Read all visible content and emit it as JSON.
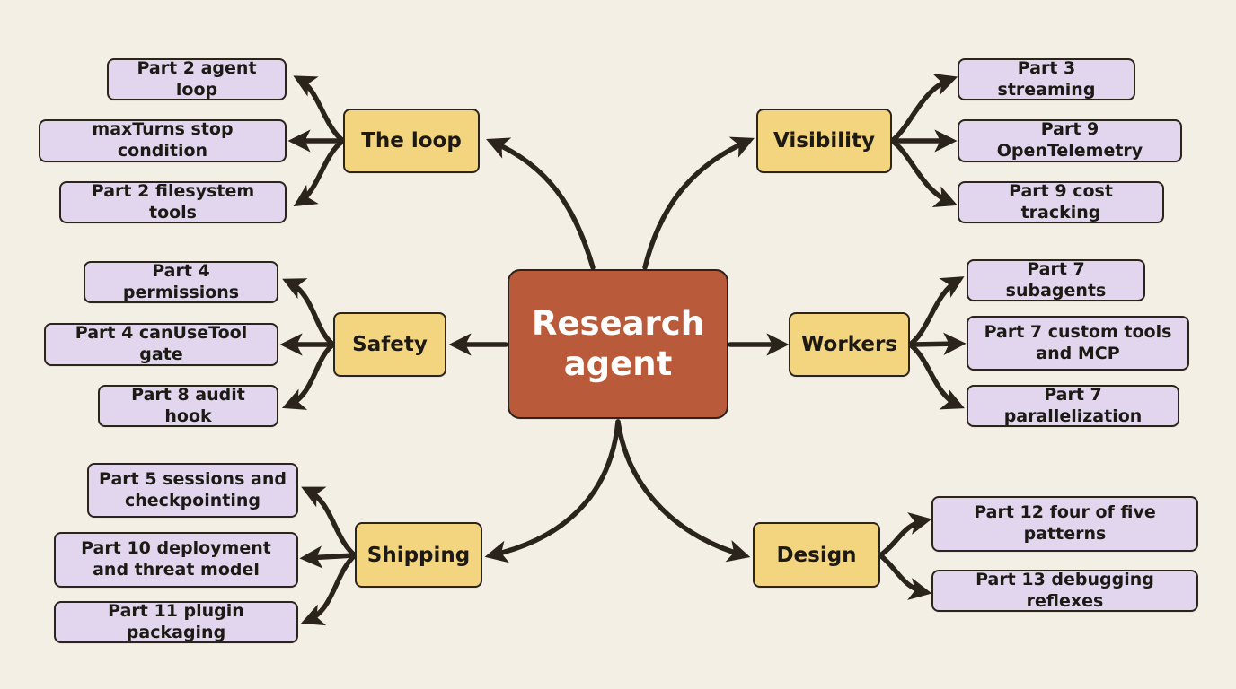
{
  "center": {
    "label": "Research agent"
  },
  "categories": {
    "loop": {
      "label": "The loop"
    },
    "visibility": {
      "label": "Visibility"
    },
    "safety": {
      "label": "Safety"
    },
    "workers": {
      "label": "Workers"
    },
    "shipping": {
      "label": "Shipping"
    },
    "design": {
      "label": "Design"
    }
  },
  "leaves": {
    "loop": [
      "Part 2 agent loop",
      "maxTurns stop condition",
      "Part 2 filesystem tools"
    ],
    "visibility": [
      "Part 3 streaming",
      "Part 9 OpenTelemetry",
      "Part 9 cost tracking"
    ],
    "safety": [
      "Part 4 permissions",
      "Part 4 canUseTool gate",
      "Part 8 audit hook"
    ],
    "workers": [
      "Part 7 subagents",
      "Part 7 custom tools and MCP",
      "Part 7 parallelization"
    ],
    "shipping": [
      "Part 5 sessions and checkpointing",
      "Part 10 deployment and threat model",
      "Part 11 plugin packaging"
    ],
    "design": [
      "Part 12 four of five patterns",
      "Part 13 debugging reflexes"
    ]
  },
  "colors": {
    "background": "#f3efe4",
    "center": "#b95a3a",
    "category": "#f3d47f",
    "leaf": "#e1d6ed",
    "stroke": "#2a241d"
  }
}
